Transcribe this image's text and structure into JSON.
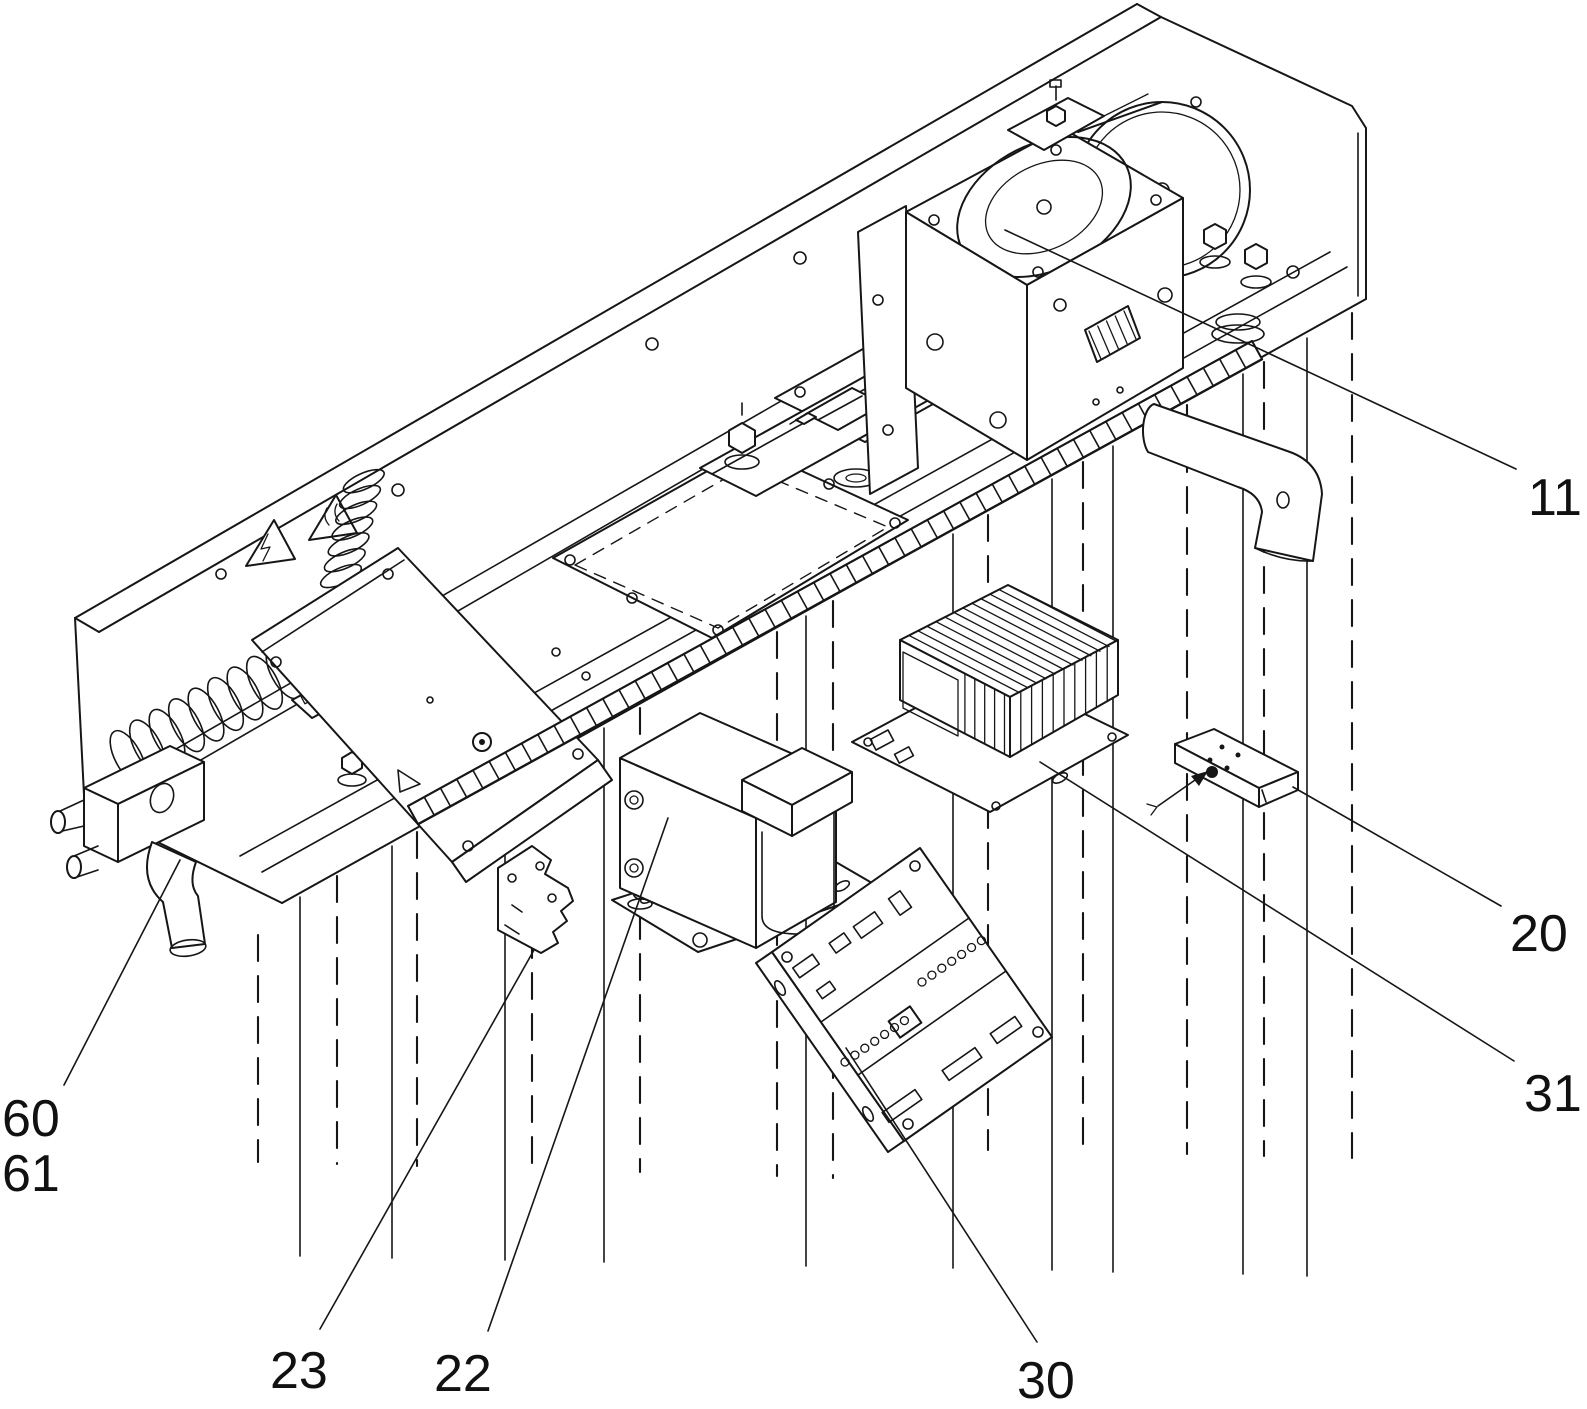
{
  "figure": {
    "background": "#ffffff",
    "line_color": "#161616",
    "kind": "exploded isometric line drawing of a door drive unit"
  },
  "reference_labels": [
    {
      "number": "11"
    },
    {
      "number": "20"
    },
    {
      "number": "31"
    },
    {
      "number": "60"
    },
    {
      "number": "61"
    },
    {
      "number": "23"
    },
    {
      "number": "22"
    },
    {
      "number": "30"
    }
  ]
}
